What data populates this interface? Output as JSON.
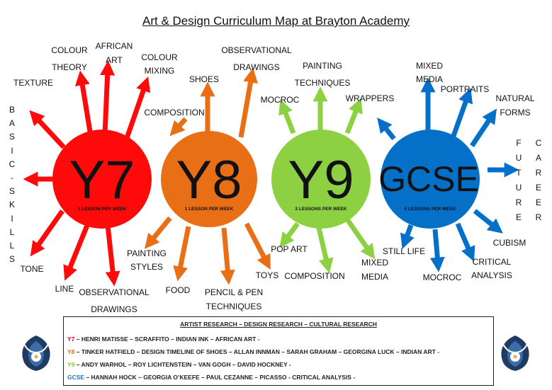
{
  "title": "Art & Design Curriculum Map at Brayton Academy",
  "colors": {
    "y7": "#ff0a0a",
    "y8": "#e96f17",
    "y9": "#8dd042",
    "gcse": "#0570c8"
  },
  "circles": [
    {
      "key": "y7",
      "label": "Y7",
      "sub": "1 LESSON PER WEEK"
    },
    {
      "key": "y8",
      "label": "Y8",
      "sub": "1 LESSON PER WEEK"
    },
    {
      "key": "y9",
      "label": "Y9",
      "sub": "2 LESSONS PER WEEK"
    },
    {
      "key": "gcse",
      "label": "GCSE",
      "sub": "6 LESSONS PER WEEK"
    }
  ],
  "topics": {
    "y7": [
      "TEXTURE",
      "COLOUR",
      "THEORY",
      "AFRICAN",
      "ART",
      "COLOUR",
      "MIXING",
      "TONE",
      "LINE",
      "OBSERVATIONAL",
      "DRAWINGS"
    ],
    "y8": [
      "SHOES",
      "OBSERVATIONAL",
      "DRAWINGS",
      "COMPOSITION",
      "PAINTING",
      "STYLES",
      "FOOD",
      "PENCIL & PEN",
      "TECHNIQUES",
      "TOYS"
    ],
    "y9": [
      "MOCROC",
      "PAINTING",
      "TECHNIQUES",
      "WRAPPERS",
      "POP ART",
      "COMPOSITION",
      "MIXED",
      "MEDIA"
    ],
    "gcse": [
      "MIXED",
      "MEDIA",
      "PORTRAITS",
      "NATURAL",
      "FORMS",
      "STILL LIFE",
      "MOCROC",
      "CRITICAL",
      "ANALYSIS",
      "CUBISM"
    ]
  },
  "side_left": [
    "B",
    "A",
    "S",
    "I",
    "C",
    "-",
    "S",
    "K",
    "I",
    "L",
    "L",
    "S"
  ],
  "side_right_1": [
    "F",
    "U",
    "T",
    "U",
    "R",
    "E"
  ],
  "side_right_2": [
    "C",
    "A",
    "R",
    "E",
    "E",
    "R"
  ],
  "research": {
    "heading": "ARTIST RESEARCH – DESIGN RESEARCH – CULTURAL RESEARCH",
    "rows": [
      {
        "key": "Y7",
        "text": " – HENRI MATISSE – SCRAFFITO – INDIAN INK – AFRICAN ART -"
      },
      {
        "key": "Y8",
        "text": " – TINKER HATFIELD – DESIGN TIMELINE OF SHOES – ALLAN INNMAN – SARAH GRAHAM – GEORGINA LUCK – INDIAN ART -"
      },
      {
        "key": "Y9",
        "text": " – ANDY WARHOL – ROY LICHTENSTEIN – VAN GOGH – DAVID HOCKNEY -"
      },
      {
        "key": "GCSE",
        "text": " – HANNAH HOCK – GEORGIA O’KEEFE – PAUL CEZANNE – PICASSO - CRITICAL ANALYSIS -"
      }
    ]
  }
}
